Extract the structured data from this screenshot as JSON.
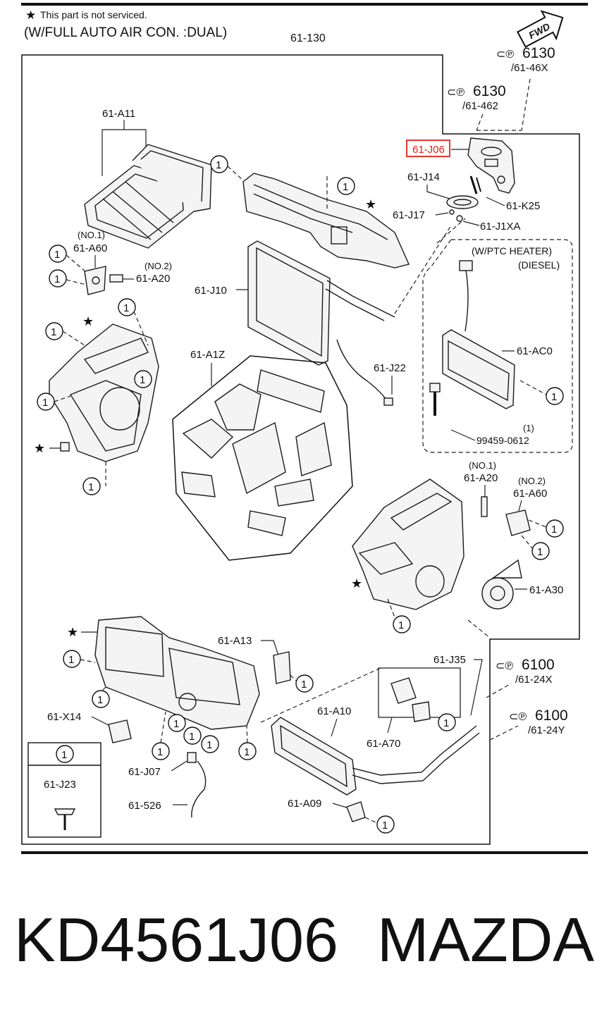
{
  "header": {
    "note": "This part is not serviced.",
    "title": "(W/FULL AUTO AIR CON. :DUAL)",
    "group_label": "61-130"
  },
  "fwd_label": "FWD",
  "refs": [
    {
      "code": "6130",
      "sub": "/61-46X"
    },
    {
      "code": "6130",
      "sub": "/61-462"
    },
    {
      "code": "6100",
      "sub": "/61-24X"
    },
    {
      "code": "6100",
      "sub": "/61-24Y"
    }
  ],
  "labels": {
    "a11": "61-A11",
    "j06": "61-J06",
    "j14": "61-J14",
    "k25": "61-K25",
    "j17": "61-J17",
    "j1xa": "61-J1XA",
    "a60_no": "(NO.1)",
    "a60": "61-A60",
    "a20_no": "(NO.2)",
    "a20": "61-A20",
    "j10": "61-J10",
    "ptc_1": "(W/PTC HEATER)",
    "ptc_2": "(DIESEL)",
    "ac0": "61-AC0",
    "j22": "61-J22",
    "a1z": "61-A1Z",
    "bolt_qty": "(1)",
    "bolt": "99459-0612",
    "a20b_no": "(NO.1)",
    "a20b": "61-A20",
    "a60b_no": "(NO.2)",
    "a60b": "61-A60",
    "a30": "61-A30",
    "a13": "61-A13",
    "j35": "61-J35",
    "x14": "61-X14",
    "a10": "61-A10",
    "a70": "61-A70",
    "j07": "61-J07",
    "j23": "61-J23",
    "p526": "61-526",
    "a09": "61-A09",
    "one": "1"
  },
  "footer": {
    "part_number": "KD4561J06",
    "brand": "MAZDA"
  },
  "colors": {
    "highlight": "#e0241b",
    "ink": "#111111"
  }
}
